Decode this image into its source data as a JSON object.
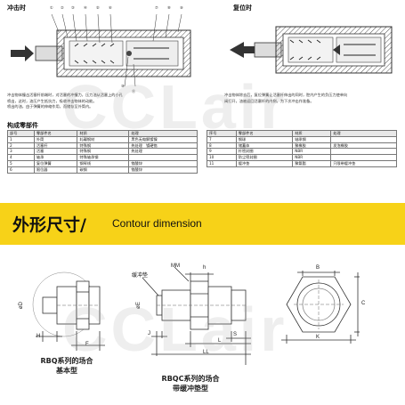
{
  "top": {
    "left_title": "冲击时",
    "right_title": "复位时",
    "callouts_top": [
      "①",
      "②",
      "③",
      "④",
      "⑤",
      "⑥",
      "⑦",
      "⑧",
      "⑨"
    ],
    "callouts_bottom": [
      "⑩",
      "⑪"
    ],
    "desc_left": [
      "冲击物体撞击活塞杆前端时，对活塞的冲撞力，压力油从活塞上的小孔",
      "喷出，这时，油压产生抵抗力，吸收冲击物体的动能。",
      "喷出的油，由于弹簧的伸缩作用，而储存至外筒内。"
    ],
    "desc_right": [
      "冲击物体除去后，复位弹簧让活塞杆伸出的同时，腔内产生的负压力使单向",
      "阀打开，油被返回活塞杆的内侧，为下次冲击作准备。"
    ]
  },
  "parts": {
    "title": "构成零部件",
    "headers": [
      "部号",
      "零部件名",
      "材质",
      "处理"
    ],
    "left_rows": [
      [
        "1",
        "外筒",
        "轧碾钢材",
        "黑色无电解镀镍"
      ],
      [
        "2",
        "活塞杆",
        "特殊钢",
        "热处理　镀硬铬"
      ],
      [
        "3",
        "活塞",
        "特殊钢",
        "热处理"
      ],
      [
        "4",
        "轴承",
        "特殊轴承钢",
        ""
      ],
      [
        "5",
        "复位弹簧",
        "钢琴线",
        "铬酸锌"
      ],
      [
        "6",
        "限位器",
        "碳钢",
        "铬酸锌"
      ]
    ],
    "right_headers": [
      "序号",
      "零部件名",
      "材质",
      "处理"
    ],
    "right_rows": [
      [
        "7",
        "钢球",
        "轴承钢",
        ""
      ],
      [
        "8",
        "储蓄体",
        "聚橡胶",
        "发泡橡胶"
      ],
      [
        "9",
        "杆密封圈",
        "NBR",
        ""
      ],
      [
        "10",
        "防尘密封圈",
        "NBR",
        ""
      ],
      [
        "11",
        "缓冲垫",
        "聚氨酯",
        "只限带缓冲垫"
      ]
    ]
  },
  "section": {
    "title_cn": "外形尺寸/",
    "title_en": "Contour dimension"
  },
  "drawing": {
    "labels": {
      "d": "øD",
      "h": "H",
      "f": "F",
      "cushion": "缓冲垫",
      "mm": "MM",
      "h_small": "h",
      "e": "øE",
      "j": "J",
      "s": "S",
      "l": "L",
      "ll": "LL",
      "b": "B",
      "c": "C",
      "k": "K"
    },
    "caption1": [
      "RBQ系列的场合",
      "基本型"
    ],
    "caption2": [
      "RBQC系列的场合",
      "带缓冲垫型"
    ]
  },
  "watermark": "CCLair"
}
